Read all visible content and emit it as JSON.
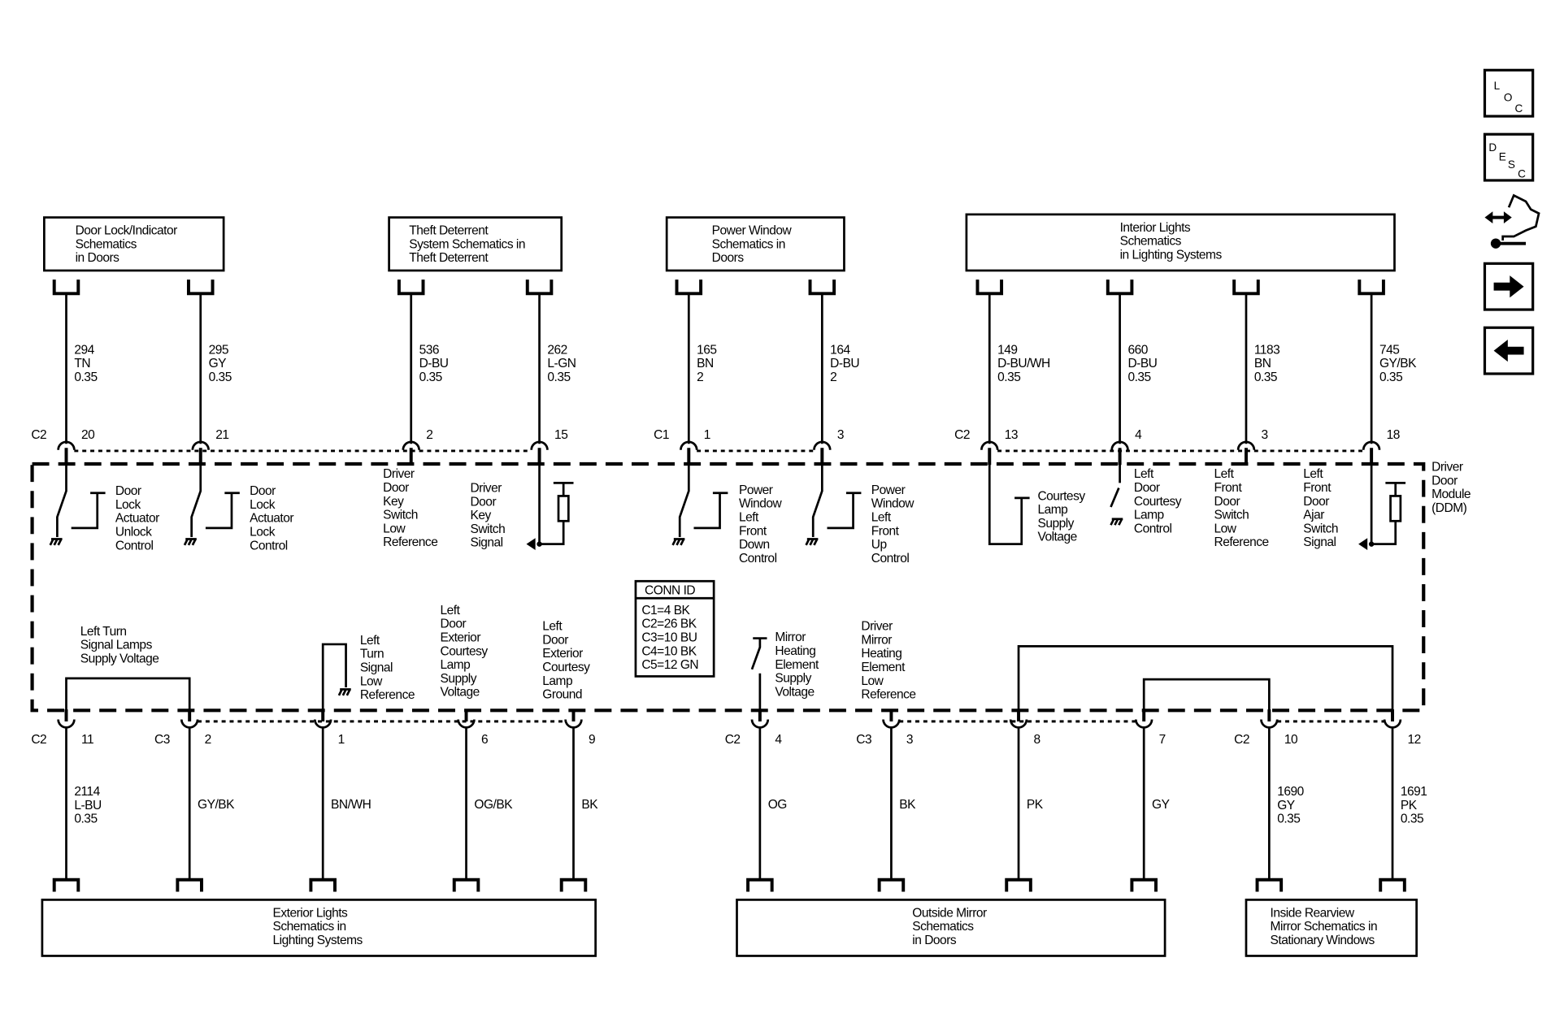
{
  "side_icons": [
    {
      "icon": "loc-icon",
      "letters": "LOC"
    },
    {
      "icon": "desc-icon",
      "letters": "DESC"
    },
    {
      "icon": "connector-repair-wrench-icon"
    },
    {
      "icon": "arrow-right-icon"
    },
    {
      "icon": "arrow-left-icon"
    }
  ],
  "top_boxes": [
    {
      "lines": [
        "Door Lock/Indicator",
        "Schematics",
        "in Doors"
      ]
    },
    {
      "lines": [
        "Theft Deterrent",
        "System Schematics in",
        "Theft Deterrent"
      ]
    },
    {
      "lines": [
        "Power Window",
        "Schematics in",
        "Doors"
      ]
    },
    {
      "lines": [
        "Interior Lights",
        "Schematics",
        "in Lighting Systems"
      ]
    }
  ],
  "bottom_boxes": [
    {
      "lines": [
        "Exterior Lights",
        "Schematics in",
        "Lighting Systems"
      ]
    },
    {
      "lines": [
        "Outside Mirror",
        "Schematics",
        "in Doors"
      ]
    },
    {
      "lines": [
        "Inside Rearview",
        "Mirror Schematics in",
        "Stationary Windows"
      ]
    }
  ],
  "wires": [
    {
      "lines": [
        "294",
        "TN",
        "0.35"
      ]
    },
    {
      "lines": [
        "295",
        "GY",
        "0.35"
      ]
    },
    {
      "lines": [
        "536",
        "D-BU",
        "0.35"
      ]
    },
    {
      "lines": [
        "262",
        "L-GN",
        "0.35"
      ]
    },
    {
      "lines": [
        "165",
        "BN",
        "2"
      ]
    },
    {
      "lines": [
        "164",
        "D-BU",
        "2"
      ]
    },
    {
      "lines": [
        "149",
        "D-BU/WH",
        "0.35"
      ]
    },
    {
      "lines": [
        "660",
        "D-BU",
        "0.35"
      ]
    },
    {
      "lines": [
        "1183",
        "BN",
        "0.35"
      ]
    },
    {
      "lines": [
        "745",
        "GY/BK",
        "0.35"
      ]
    },
    {
      "lines": [
        "2114",
        "L-BU",
        "0.35"
      ]
    },
    {
      "lines": [
        "GY/BK"
      ]
    },
    {
      "lines": [
        "BN/WH"
      ]
    },
    {
      "lines": [
        "OG/BK"
      ]
    },
    {
      "lines": [
        "BK"
      ]
    },
    {
      "lines": [
        "OG"
      ]
    },
    {
      "lines": [
        "BK"
      ]
    },
    {
      "lines": [
        "PK"
      ]
    },
    {
      "lines": [
        "GY"
      ]
    },
    {
      "lines": [
        "1690",
        "GY",
        "0.35"
      ]
    },
    {
      "lines": [
        "1691",
        "PK",
        "0.35"
      ]
    }
  ],
  "pins": [
    {
      "conn": "C2",
      "pin": "20"
    },
    {
      "pin": "21"
    },
    {
      "pin": "2"
    },
    {
      "pin": "15"
    },
    {
      "conn": "C1",
      "pin": "1"
    },
    {
      "pin": "3"
    },
    {
      "conn": "C2",
      "pin": "13"
    },
    {
      "pin": "4"
    },
    {
      "pin": "3"
    },
    {
      "pin": "18"
    },
    {
      "conn": "C2",
      "pin": "11"
    },
    {
      "conn": "C3",
      "pin": "2"
    },
    {
      "pin": "1"
    },
    {
      "pin": "6"
    },
    {
      "pin": "9"
    },
    {
      "conn": "C2",
      "pin": "4"
    },
    {
      "conn": "C3",
      "pin": "3"
    },
    {
      "pin": "8"
    },
    {
      "pin": "7"
    },
    {
      "conn": "C2",
      "pin": "10"
    },
    {
      "pin": "12"
    }
  ],
  "components": [
    {
      "lines": [
        "Door",
        "Lock",
        "Actuator",
        "Unlock",
        "Control"
      ]
    },
    {
      "lines": [
        "Door",
        "Lock",
        "Actuator",
        "Lock",
        "Control"
      ]
    },
    {
      "lines": [
        "Driver",
        "Door",
        "Key",
        "Switch",
        "Low",
        "Reference"
      ]
    },
    {
      "lines": [
        "Driver",
        "Door",
        "Key",
        "Switch",
        "Signal"
      ]
    },
    {
      "lines": [
        "Power",
        "Window",
        "Left",
        "Front",
        "Down",
        "Control"
      ]
    },
    {
      "lines": [
        "Power",
        "Window",
        "Left",
        "Front",
        "Up",
        "Control"
      ]
    },
    {
      "lines": [
        "Courtesy",
        "Lamp",
        "Supply",
        "Voltage"
      ]
    },
    {
      "lines": [
        "Left",
        "Door",
        "Courtesy",
        "Lamp",
        "Control"
      ]
    },
    {
      "lines": [
        "Left",
        "Front",
        "Door",
        "Switch",
        "Low",
        "Reference"
      ]
    },
    {
      "lines": [
        "Left",
        "Front",
        "Door",
        "Ajar",
        "Switch",
        "Signal"
      ]
    },
    {
      "lines": [
        "Left Turn",
        "Signal Lamps",
        "Supply Voltage"
      ]
    },
    {
      "lines": [
        "Left",
        "Turn",
        "Signal",
        "Low",
        "Reference"
      ]
    },
    {
      "lines": [
        "Left",
        "Door",
        "Exterior",
        "Courtesy",
        "Lamp",
        "Supply",
        "Voltage"
      ]
    },
    {
      "lines": [
        "Left",
        "Door",
        "Exterior",
        "Courtesy",
        "Lamp",
        "Ground"
      ]
    },
    {
      "lines": [
        "Mirror",
        "Heating",
        "Element",
        "Supply",
        "Voltage"
      ]
    },
    {
      "lines": [
        "Driver",
        "Mirror",
        "Heating",
        "Element",
        "Low",
        "Reference"
      ]
    }
  ],
  "module": {
    "lines": [
      "Driver",
      "Door",
      "Module",
      "(DDM)"
    ]
  },
  "conn_id": {
    "title": "CONN ID",
    "rows": [
      "C1=4 BK",
      "C2=26 BK",
      "C3=10 BU",
      "C4=10 BK",
      "C5=12 GN"
    ]
  }
}
